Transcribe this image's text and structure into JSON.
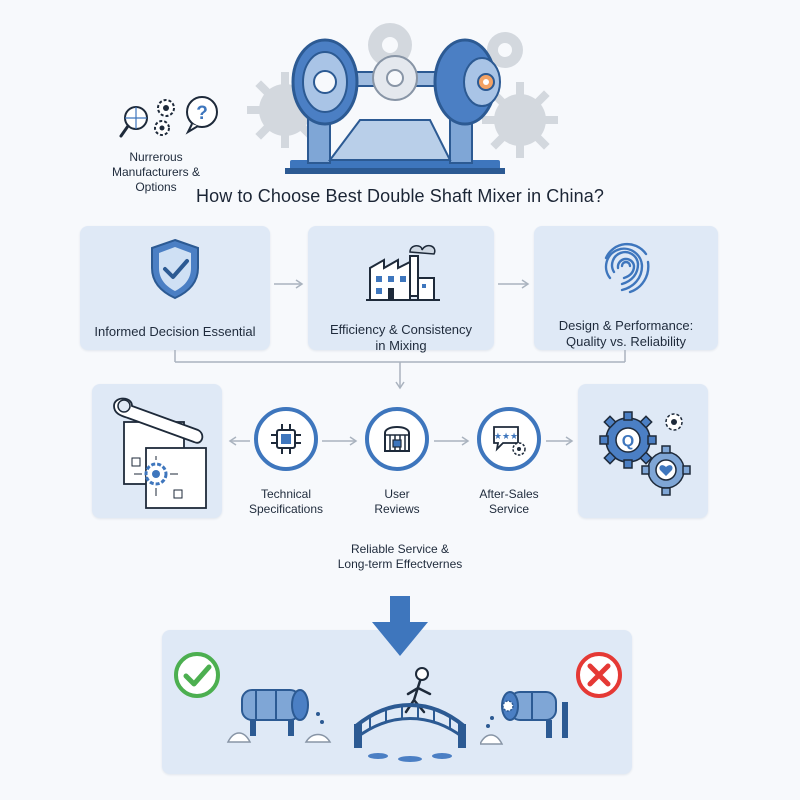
{
  "title": "How to Choose Best Double Shaft Mixer in China?",
  "manufacturers_label": "Nurrerous Manufacturers & Options",
  "manufacturers_lines": [
    "Nurrerous",
    "Manufacturers &",
    "Options"
  ],
  "top_row": [
    {
      "label": "Informed Decision Essential",
      "icon": "shield-check-icon"
    },
    {
      "label_lines": [
        "Efficiency & Consistency",
        "in Mixing"
      ],
      "icon": "factory-icon"
    },
    {
      "label_lines": [
        "Design & Performance:",
        "Quality vs. Reliability"
      ],
      "icon": "fingerprint-icon"
    }
  ],
  "steps": [
    {
      "label_lines": [
        "Technical",
        "Specifications"
      ],
      "icon": "chip-icon"
    },
    {
      "label_lines": [
        "User",
        "Reviews"
      ],
      "icon": "shopping-cart-icon"
    },
    {
      "label_lines": [
        "After-Sales",
        "Service"
      ],
      "icon": "review-bubble-icon"
    }
  ],
  "service_lines": [
    "Reliable Service &",
    "Long-term Effectvernes"
  ],
  "colors": {
    "accent": "#3e76bd",
    "card_bg": "#dfe9f6",
    "good": "#4caf50",
    "bad": "#e53935"
  }
}
